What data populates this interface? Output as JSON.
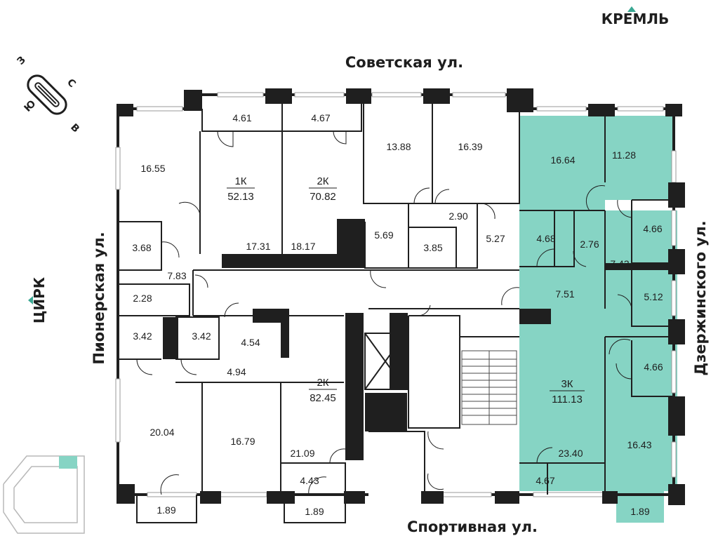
{
  "streets": {
    "north": "Советская ул.",
    "south": "Спортивная ул.",
    "west": "Пионерская ул.",
    "east": "Дзержинского ул."
  },
  "landmarks": {
    "kremlin": "КРЕМЛЬ",
    "circus": "ЦИРК"
  },
  "compass": {
    "west": "З",
    "south": "Ю",
    "north": "С",
    "east": "В"
  },
  "apartments": [
    {
      "rooms": "1К",
      "area": "52.13"
    },
    {
      "rooms": "2К",
      "area": "70.82"
    },
    {
      "rooms": "2К",
      "area": "82.45"
    },
    {
      "rooms": "3К",
      "area": "111.13"
    }
  ],
  "rooms": [
    "16.55",
    "4.61",
    "4.67",
    "13.88",
    "16.39",
    "16.64",
    "11.28",
    "3.68",
    "17.31",
    "18.17",
    "5.69",
    "2.90",
    "3.85",
    "5.27",
    "4.68",
    "2.76",
    "4.66",
    "7.43",
    "7.83",
    "7.51",
    "2.28",
    "5.12",
    "3.42",
    "3.42",
    "4.54",
    "4.94",
    "4.66",
    "20.04",
    "16.79",
    "21.09",
    "16.43",
    "23.40",
    "4.43",
    "4.67",
    "1.89",
    "1.89",
    "1.89"
  ],
  "colors": {
    "highlight": "#86d4c4",
    "wall": "#1f1f1f",
    "accent": "#3aa893"
  }
}
